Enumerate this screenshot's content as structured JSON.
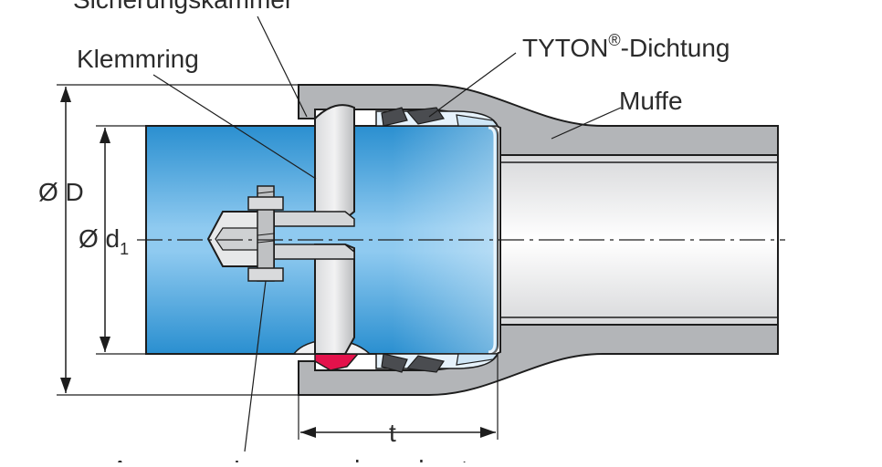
{
  "labels": {
    "sicherungskammer": "Sicherungskammer",
    "klemmring": "Klemmring",
    "tyton_main": "TYTON",
    "tyton_reg": "®",
    "tyton_rest": "-Dichtung",
    "muffe": "Muffe",
    "bottom_partial": "Auge vom Lager aus berechnet"
  },
  "dimensions": {
    "outer_diameter_symbol": "Ø D",
    "inner_diameter_symbol": "Ø d",
    "inner_diameter_subscript": "1",
    "socket_depth": "t"
  },
  "colors": {
    "pipe_blue": "#2f97d6",
    "pipe_blue_light": "#9fd2f2",
    "socket_grey": "#b3b5b8",
    "socket_grey_dark": "#8f9295",
    "ring_grey": "#c9cbcd",
    "seal_red": "#e3124b",
    "seal_dark": "#4a4c50",
    "outline": "#1d1d1d"
  }
}
